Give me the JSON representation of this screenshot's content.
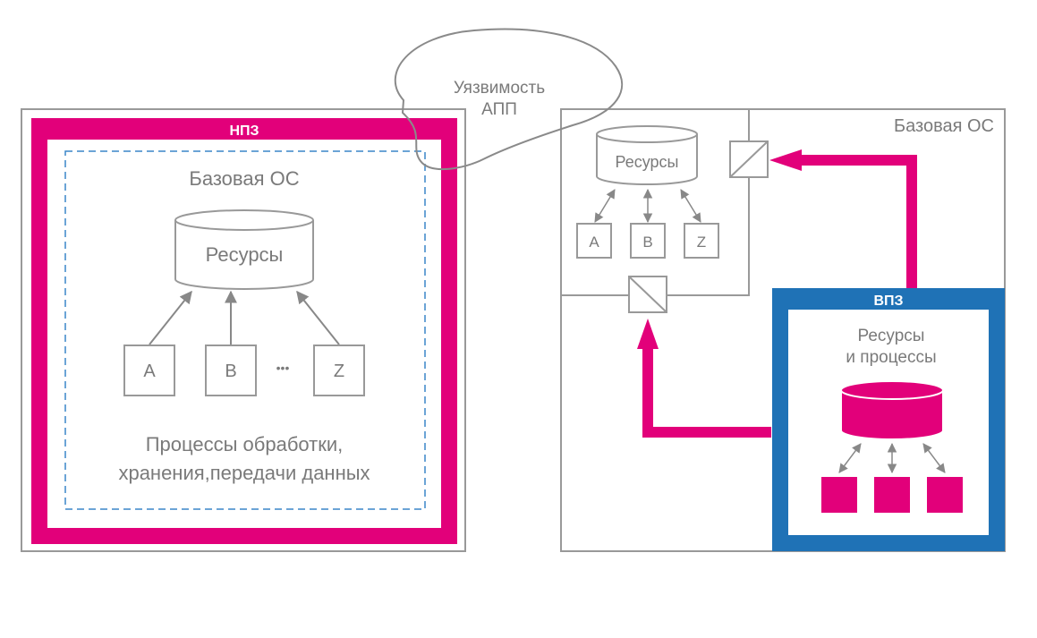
{
  "colors": {
    "accent_magenta": "#e2007a",
    "accent_blue": "#1f72b6",
    "line_gray": "#888888",
    "text_gray": "#7a7a7a"
  },
  "left": {
    "npz_label": "НПЗ",
    "base_os_label": "Базовая ОС",
    "resources_label": "Ресурсы",
    "nodes": [
      "A",
      "B",
      "Z"
    ],
    "ellipsis": "•••",
    "processes_line1": "Процессы обработки,",
    "processes_line2": "хранения,передачи данных"
  },
  "cloud": {
    "line1": "Уязвимость",
    "line2": "АПП"
  },
  "right": {
    "base_os_label": "Базовая ОС",
    "resources_label": "Ресурсы",
    "nodes": [
      "A",
      "B",
      "Z"
    ],
    "vpz_label": "ВПЗ",
    "vpz_resources_line1": "Ресурсы",
    "vpz_resources_line2": "и процессы"
  }
}
